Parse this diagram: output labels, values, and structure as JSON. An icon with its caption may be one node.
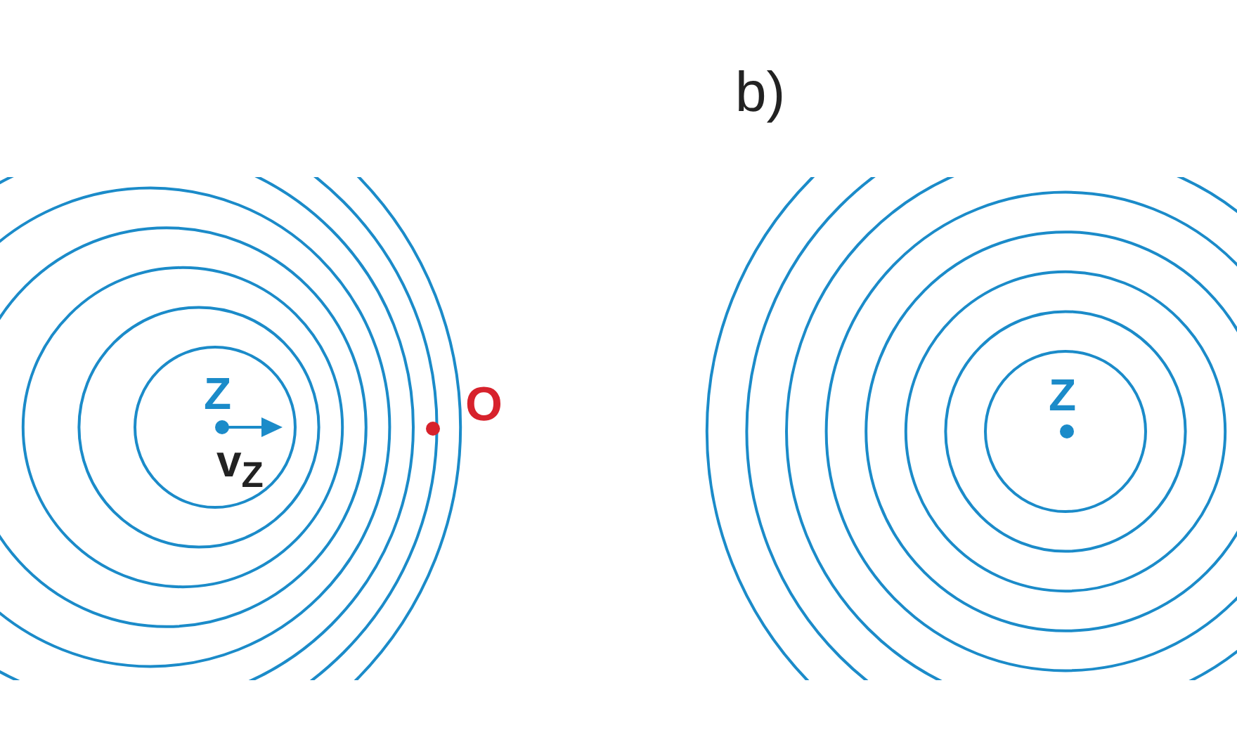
{
  "diagram": {
    "labels": [
      "b)",
      "Z",
      "v$_{Z}$",
      "O",
      "Z"
    ]
  }
}
